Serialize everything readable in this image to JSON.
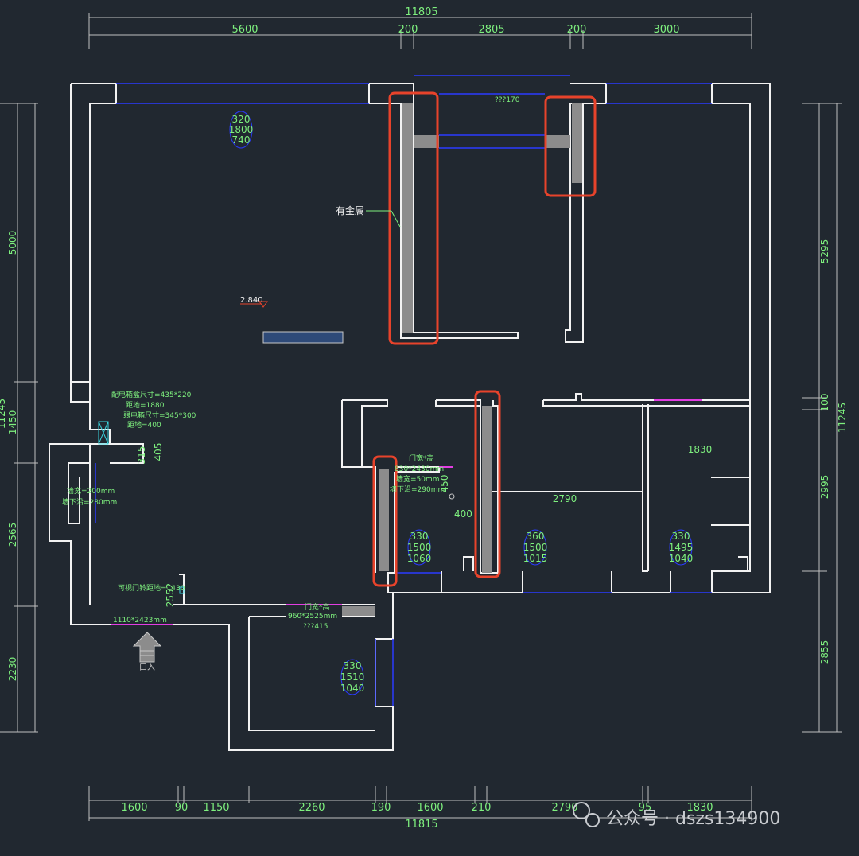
{
  "dims": {
    "top_total": "11805",
    "top": [
      "5600",
      "200",
      "2805",
      "200",
      "3000"
    ],
    "bottom_total": "11815",
    "bottom": [
      "1600",
      "90",
      "1150",
      "2260",
      "190",
      "1600",
      "210",
      "2790",
      "95",
      "1830"
    ],
    "left": [
      "5000",
      "1450",
      "2565",
      "2230"
    ],
    "left_overall": "11245",
    "right": [
      "5295",
      "100",
      "2995",
      "2855"
    ],
    "right_overall": "11245"
  },
  "labels": {
    "metal_note": "有金属",
    "level_mark": "2.840",
    "beam_dim": "???170",
    "room_1830": "1830",
    "room_2790": "2790",
    "dim_450": "450",
    "dim_400": "400",
    "dim_315": "315",
    "dim_405": "405",
    "dim_2552": "2552",
    "entrance_text": "口入",
    "watermark": "公众号 · dszs134900"
  },
  "window_sizes": [
    {
      "id": "a",
      "lines": [
        "320",
        "1800",
        "740"
      ]
    },
    {
      "id": "b",
      "lines": [
        "330",
        "1500",
        "1060"
      ]
    },
    {
      "id": "c",
      "lines": [
        "360",
        "1500",
        "1015"
      ]
    },
    {
      "id": "d",
      "lines": [
        "330",
        "1495",
        "1040"
      ]
    },
    {
      "id": "e",
      "lines": [
        "330",
        "1510",
        "1040"
      ]
    }
  ],
  "notes": {
    "meter": [
      "配电箱盒尺寸=435*220",
      "距地=1880",
      "弱电箱尺寸=345*300",
      "距地=400"
    ],
    "wall": [
      "墙宽=200mm",
      "墙下沿=280mm"
    ],
    "door_main": [
      "可视门铃距地=1430",
      "1110*2423mm"
    ],
    "door_mid": [
      "门宽*高",
      "960*2525mm",
      "???415"
    ],
    "door_inner": [
      "门宽*高",
      "830*2430mm",
      "墙宽=50mm",
      "墙下沿=290mm"
    ]
  },
  "colors": {
    "background": "#212830",
    "wall": "#f2f2f2",
    "dimension_text": "#7ef07e",
    "window_line": "#2a3bff",
    "highlight": "#e8432b",
    "door_line": "#e23ee2"
  }
}
